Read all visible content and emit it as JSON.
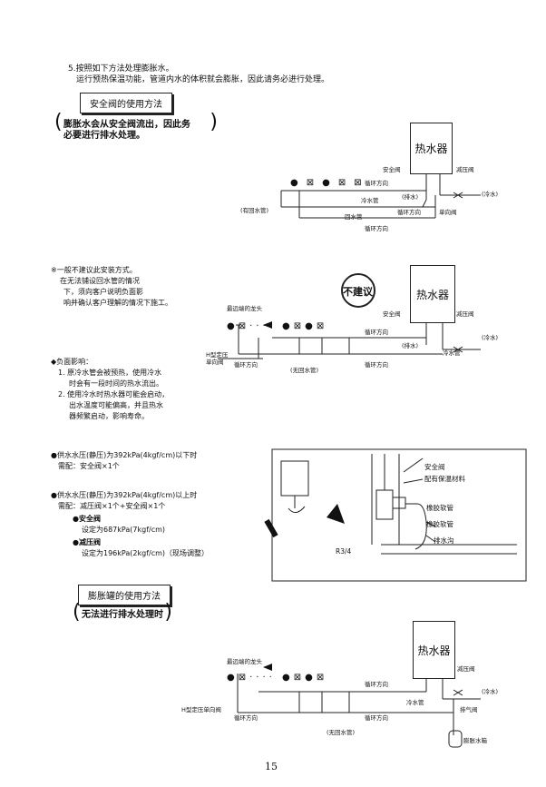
{
  "step5": {
    "line1": "5.按照如下方法处理膨胀水。",
    "line2": "运行预热保温功能，管道内水的体积就会膨胀，因此请务必进行处理。"
  },
  "section1": {
    "title": "安全阀的使用方法",
    "note_line1": "膨胀水会从安全阀流出，因此务",
    "note_line2": "必要进行排水处理。"
  },
  "diagram1": {
    "heater": "热水器",
    "safety_valve": "安全阀",
    "reducing_valve": "减压阀",
    "circ_dir_top": "循环方向",
    "drain": "(排水)",
    "cold_water": "(冷水)",
    "cold_pipe": "冷水管",
    "with_return": "(有回水管)",
    "return_pipe": "回水管",
    "circ_dir_a": "循环方向",
    "check_valve": "单向阀",
    "circ_dir_b": "循环方向"
  },
  "section2": {
    "note1": "※一般不建议此安装方式。",
    "note2": "在无法铺设回水管的情况",
    "note3": "下，须向客户说明负面影",
    "note4": "响并确认客户理解的情况下施工。",
    "stamp": "不建议"
  },
  "diagram2": {
    "heater": "热水器",
    "farthest_tap": "最远端的龙头",
    "safety_valve": "安全阀",
    "reducing_valve": "减压阀",
    "circ_dir_top": "循环方向",
    "drain": "(排水)",
    "cold_water": "(冷水)",
    "h_check_l1": "H型定压",
    "h_check_l2": "单向阀",
    "circ_dir_left": "循环方向",
    "no_return": "(无回水管)",
    "circ_dir_bottom": "循环方向",
    "cold_pipe": "冷水管"
  },
  "negative": {
    "title": "◆负面影响：",
    "i1a": "1. 原冷水管会被预热，使用冷水",
    "i1b": "时会有一段时间的热水流出。",
    "i2a": "2. 使用冷水时热水器可能会启动，",
    "i2b": "出水温度可能偏高，并且热水",
    "i2c": "器频繁启动，影响寿命。"
  },
  "pressure": {
    "p1a": "●供水水压(静压)为392kPa(4kgf/cm)以下时",
    "p1b": "需配：安全阀×1个",
    "p2a": "●供水水压(静压)为392kPa(4kgf/cm)以上时",
    "p2b": "需配：减压阀×1个+安全阀×1个",
    "sv_title": "●安全阀",
    "sv_set": "设定为687kPa(7kgf/cm)",
    "rv_title": "●减压阀",
    "rv_set": "设定为196kPa(2kgf/cm)（现场调整）"
  },
  "detail": {
    "safety_valve": "安全阀",
    "insulation": "配有保温材料",
    "hose1": "橡胶软管",
    "hose2": "橡胶软管",
    "drain_ditch": "排水沟",
    "thread": "R3/4"
  },
  "section3": {
    "title": "膨胀罐的使用方法",
    "note": "无法进行排水处理时"
  },
  "diagram3": {
    "heater": "热水器",
    "farthest_tap": "最远端的龙头",
    "reducing_valve": "减压阀",
    "cold_water": "(冷水)",
    "circ_dir_top": "循环方向",
    "cold_pipe": "冷水管",
    "exhaust_valve": "排气阀",
    "h_check": "H型定压单向阀",
    "circ_dir_left": "循环方向",
    "circ_dir_bottom": "循环方向",
    "no_return": "(无回水管)",
    "expansion_tank": "膨胀水箱"
  },
  "page_number": "15"
}
